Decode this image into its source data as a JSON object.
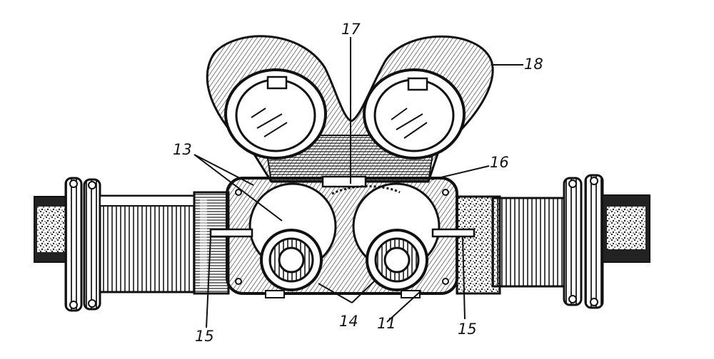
{
  "callouts": {
    "c17": "17",
    "c18": "18",
    "c13": "13",
    "c16": "16",
    "c15_left": "15",
    "c14": "14",
    "c11": "11",
    "c15_right": "15"
  },
  "colors": {
    "ink": "#141414",
    "paper": "#ffffff",
    "shade": "#2a2a2a"
  }
}
